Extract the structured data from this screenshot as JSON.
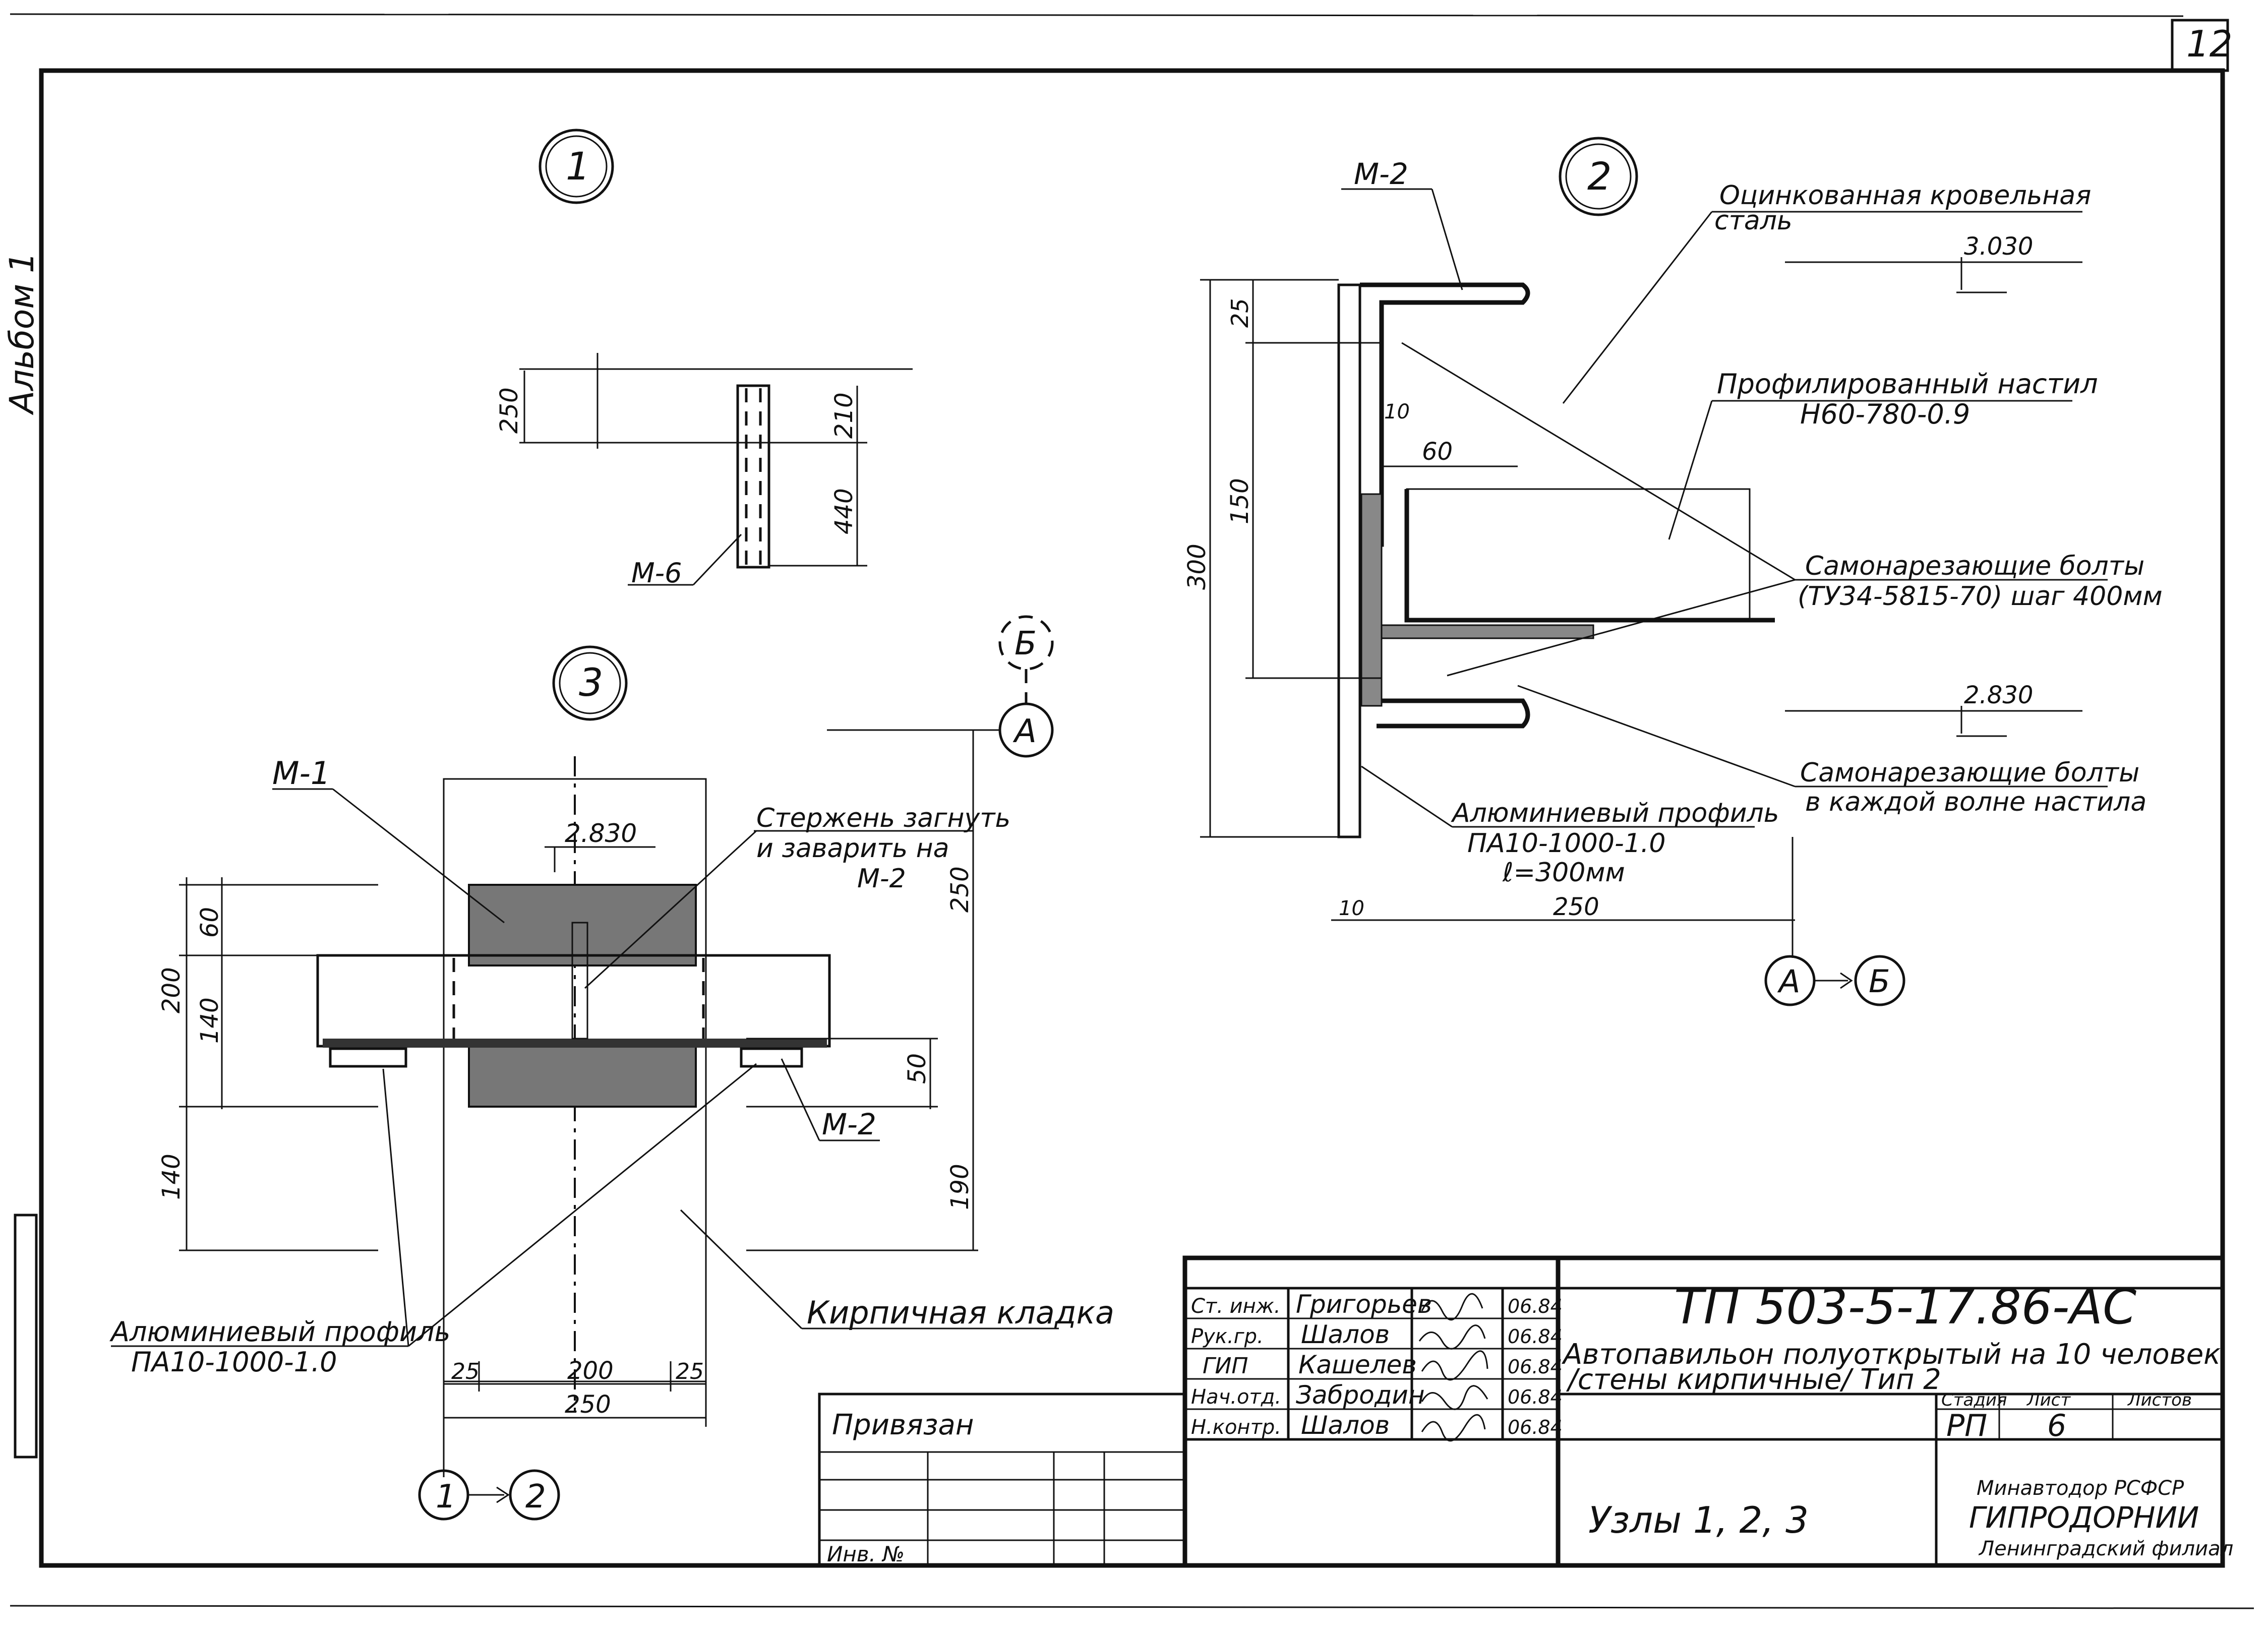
{
  "sheet": {
    "page_number": "12",
    "album": "Альбом 1"
  },
  "node1": {
    "marker": "1",
    "dim_250": "250",
    "dim_210": "210",
    "dim_440": "440",
    "label_m6": "М-6"
  },
  "node3": {
    "marker": "3",
    "label_m1": "М-1",
    "note_rod": [
      "Стержень загнуть",
      "и заварить на",
      "М-2"
    ],
    "level": "2.830",
    "label_m2": "М-2",
    "dim_60": "60",
    "dim_200": "200",
    "dim_140a": "140",
    "dim_140b": "140",
    "dim_50": "50",
    "dim_190": "190",
    "dim_250v": "250",
    "dim_25a": "25",
    "dim_200h": "200",
    "dim_25b": "25",
    "dim_250h": "250",
    "profile": [
      "Алюминиевый профиль",
      "ПА10-1000-1.0"
    ],
    "brick": "Кирпичная кладка",
    "axis_b_dashed": "Б",
    "axis_a": "А",
    "ref_from": "1",
    "ref_to": "2"
  },
  "node2": {
    "marker": "2",
    "label_m2": "М-2",
    "roof_steel": [
      "Оцинкованная кровельная",
      "сталь"
    ],
    "level_top": "3.030",
    "deck": [
      "Профилированный настил",
      "Н60-780-0.9"
    ],
    "bolts": [
      "Самонарезающие болты",
      "(ТУ34-5815-70) шаг 400мм"
    ],
    "level_bottom": "2.830",
    "bolts_wave": [
      "Самонарезающие болты",
      "в каждой волне настила"
    ],
    "profile": [
      "Алюминиевый профиль",
      "ПА10-1000-1.0",
      "ℓ=300мм"
    ],
    "dim_25": "25",
    "dim_150": "150",
    "dim_300": "300",
    "dim_10a": "10",
    "dim_60": "60",
    "dim_10b": "10",
    "dim_250": "250",
    "ref_from": "А",
    "ref_to": "Б"
  },
  "title_block": {
    "rows": [
      {
        "role": "Ст. инж.",
        "name": "Григорьев",
        "date": "06.84"
      },
      {
        "role": "Рук.гр.",
        "name": "Шалов",
        "date": "06.84"
      },
      {
        "role": "ГИП",
        "name": "Кашелев",
        "date": "06.84"
      },
      {
        "role": "Нач.отд.",
        "name": "Забродин",
        "date": "06.84"
      },
      {
        "role": "Н.контр.",
        "name": "Шалов",
        "date": "06.84"
      }
    ],
    "code": "ТП 503-5-17.86-АС",
    "description": [
      "Автопавильон полуоткрытый на 10 человек",
      "/стены кирпичные/  Тип 2"
    ],
    "stage_h": "Стадия",
    "sheet_h": "Лист",
    "sheets_h": "Листов",
    "stage": "РП",
    "sheet": "6",
    "sheet_title": "Узлы 1, 2, 3",
    "org": [
      "Минавтодор РСФСР",
      "ГИПРОДОРНИИ",
      "Ленинградский филиал"
    ],
    "bound": "Привязан",
    "inv": "Инв. №"
  }
}
